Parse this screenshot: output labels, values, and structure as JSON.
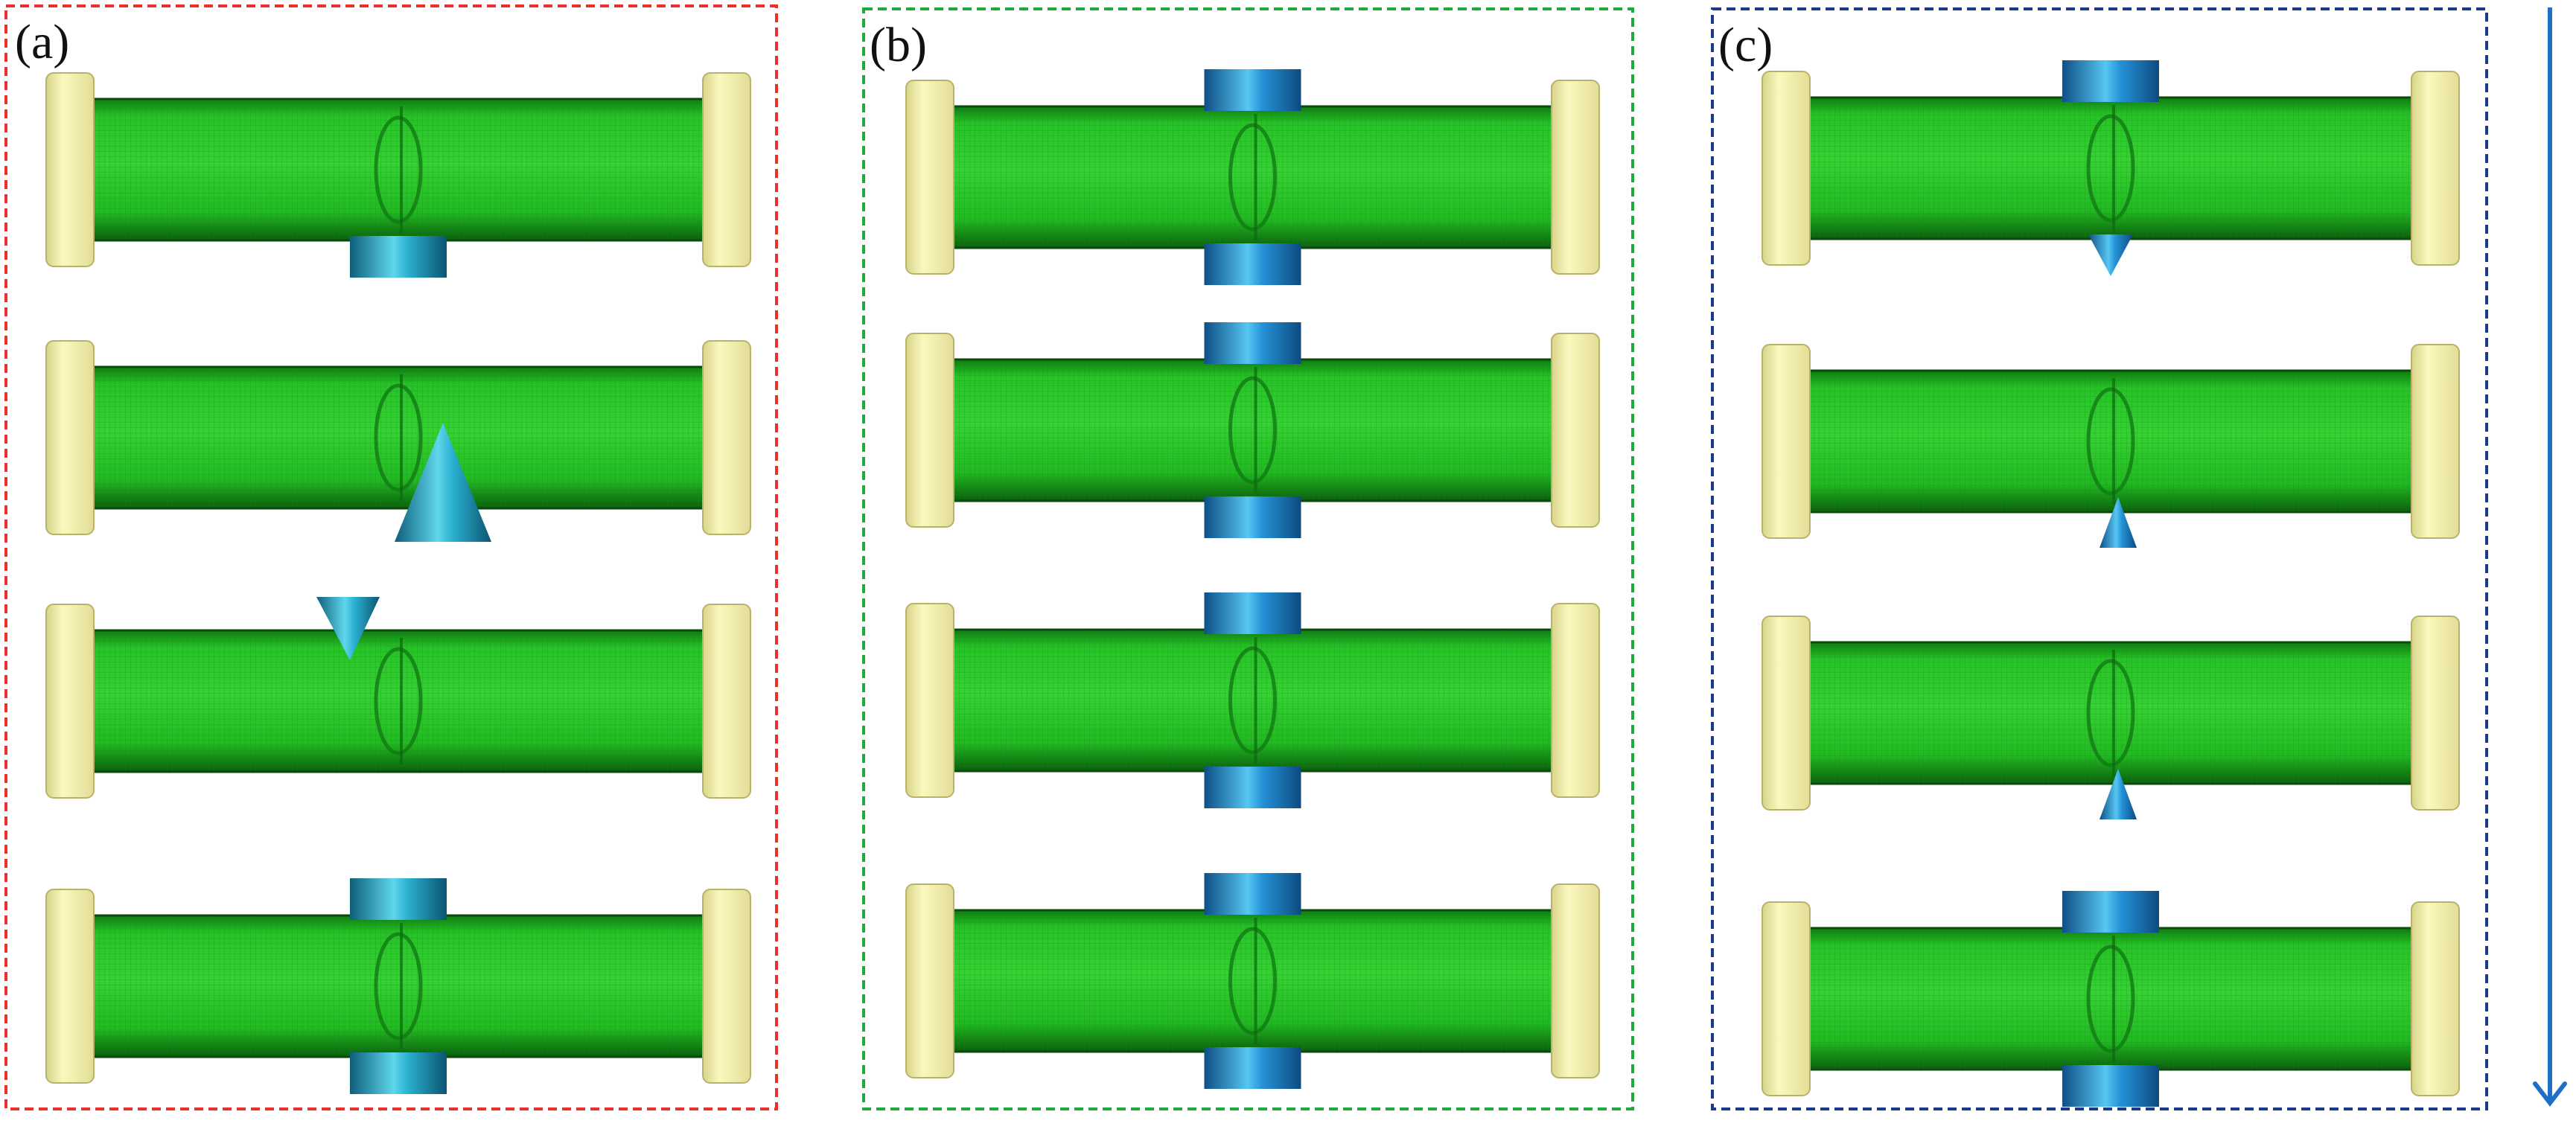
{
  "panels": [
    {
      "label": "(a)",
      "border_color": "#e8302c",
      "rows": [
        {
          "indenter": "flat-punch-bottom"
        },
        {
          "indenter": "cone-bottom"
        },
        {
          "indenter": "cone-top"
        },
        {
          "indenter": "double-flat-punch"
        }
      ]
    },
    {
      "label": "(b)",
      "border_color": "#1faa3e",
      "rows": [
        {
          "indenter": "double-flat-punch"
        },
        {
          "indenter": "double-flat-punch"
        },
        {
          "indenter": "double-flat-punch"
        },
        {
          "indenter": "double-flat-punch"
        }
      ]
    },
    {
      "label": "(c)",
      "border_color": "#1b3a8c",
      "rows": [
        {
          "indenter": "top-punch-bottom-wedge"
        },
        {
          "indenter": "small-cone-bottom"
        },
        {
          "indenter": "small-cone-bottom"
        },
        {
          "indenter": "double-flat-punch"
        }
      ]
    }
  ],
  "colors": {
    "pipe_green": "#1fc41f",
    "pipe_dark": "#0d6e0d",
    "end_cap": "#f4f1a6",
    "indenter_teal": "#1a9bb8",
    "indenter_blue": "#1a73c4",
    "arrow_blue": "#1f6fc8"
  },
  "icons": {
    "direction_arrow": "arrow-down-icon"
  }
}
